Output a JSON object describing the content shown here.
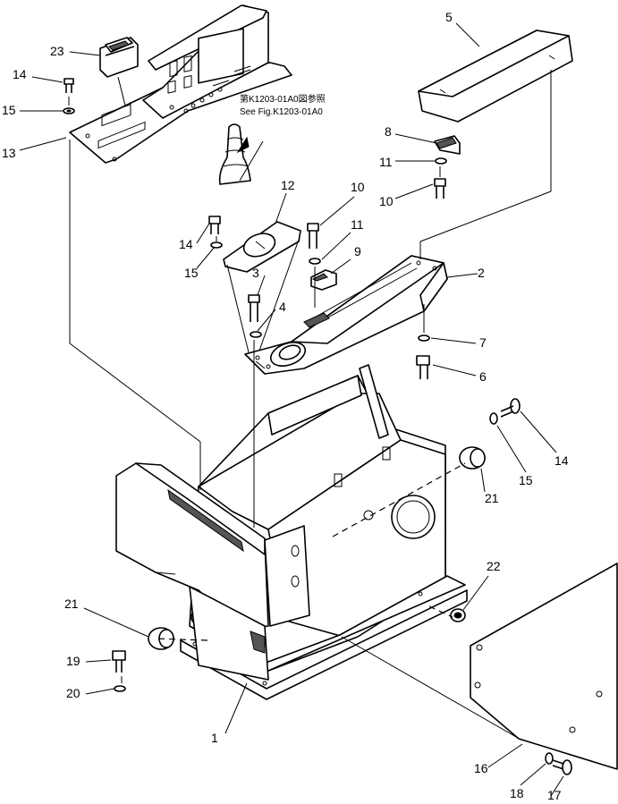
{
  "reference_note": {
    "line1": "第K1203-01A0図参照",
    "line2": "See Fig.K1203-01A0"
  },
  "callouts": [
    {
      "id": "c1",
      "label": "1"
    },
    {
      "id": "c2",
      "label": "2"
    },
    {
      "id": "c3",
      "label": "3"
    },
    {
      "id": "c4",
      "label": "4"
    },
    {
      "id": "c5",
      "label": "5"
    },
    {
      "id": "c6",
      "label": "6"
    },
    {
      "id": "c7",
      "label": "7"
    },
    {
      "id": "c8",
      "label": "8"
    },
    {
      "id": "c9",
      "label": "9"
    },
    {
      "id": "c10a",
      "label": "10"
    },
    {
      "id": "c10b",
      "label": "10"
    },
    {
      "id": "c11a",
      "label": "11"
    },
    {
      "id": "c11b",
      "label": "11"
    },
    {
      "id": "c12",
      "label": "12"
    },
    {
      "id": "c13",
      "label": "13"
    },
    {
      "id": "c14a",
      "label": "14"
    },
    {
      "id": "c14b",
      "label": "14"
    },
    {
      "id": "c14c",
      "label": "14"
    },
    {
      "id": "c15a",
      "label": "15"
    },
    {
      "id": "c15b",
      "label": "15"
    },
    {
      "id": "c15c",
      "label": "15"
    },
    {
      "id": "c16",
      "label": "16"
    },
    {
      "id": "c17",
      "label": "17"
    },
    {
      "id": "c18",
      "label": "18"
    },
    {
      "id": "c19",
      "label": "19"
    },
    {
      "id": "c20",
      "label": "20"
    },
    {
      "id": "c21a",
      "label": "21"
    },
    {
      "id": "c21b",
      "label": "21"
    },
    {
      "id": "c22",
      "label": "22"
    },
    {
      "id": "c23",
      "label": "23"
    }
  ]
}
